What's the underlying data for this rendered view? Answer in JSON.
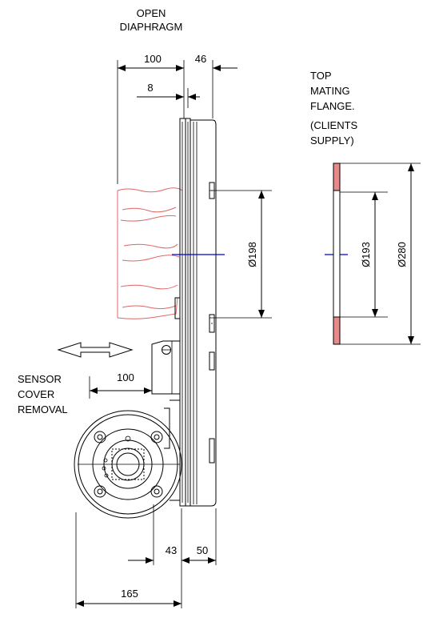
{
  "colors": {
    "line": "#000000",
    "diaphragm": "#e06666",
    "flange_fill": "#e88a8a",
    "centerline": "#0000cc"
  },
  "labels": {
    "open_diaphragm": [
      "OPEN",
      "DIAPHRAGM"
    ],
    "top_flange": [
      "TOP",
      "MATING",
      "FLANGE.",
      "(CLIENTS",
      "SUPPLY)"
    ],
    "sensor_cover": [
      "SENSOR",
      "COVER",
      "REMOVAL"
    ]
  },
  "dimensions": {
    "d100_top": "100",
    "d46": "46",
    "d8": "8",
    "d198": "Ø198",
    "d193": "Ø193",
    "d280": "Ø280",
    "d100_sensor": "100",
    "d43": "43",
    "d50": "50",
    "d165": "165"
  }
}
